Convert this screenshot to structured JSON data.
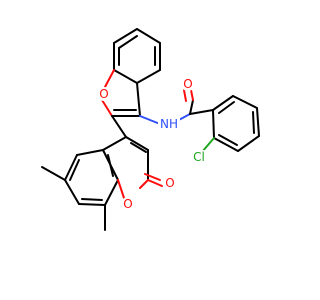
{
  "molecule": {
    "atoms": {
      "o_furan": {
        "text": "O",
        "element": "O"
      },
      "nh": {
        "text": "NH",
        "element": "N"
      },
      "o_amide": {
        "text": "O",
        "element": "O"
      },
      "cl": {
        "text": "Cl",
        "element": "Cl"
      },
      "o_ring": {
        "text": "O",
        "element": "O"
      },
      "o_carbonyl": {
        "text": "O",
        "element": "O"
      }
    },
    "element_colors": {
      "C": "#000000",
      "O": "#ff0d0d",
      "N": "#3050f8",
      "Cl": "#1fa51f"
    }
  }
}
